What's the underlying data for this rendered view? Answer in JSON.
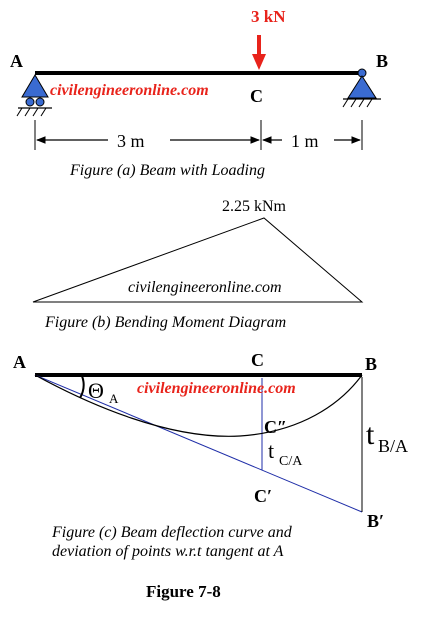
{
  "fig_a": {
    "load_label": "3 kN",
    "point_a": "A",
    "point_b": "B",
    "point_c": "C",
    "watermark": "civilengineeronline.com",
    "dim_left": "3 m",
    "dim_right": "1 m",
    "caption": "Figure (a) Beam with Loading",
    "load_color": "#e8231b",
    "watermark_color": "#e8231b",
    "support_color": "#3a6bd1"
  },
  "fig_b": {
    "peak_label": "2.25 kNm",
    "watermark": "civilengineeronline.com",
    "caption": "Figure (b) Bending Moment Diagram"
  },
  "fig_c": {
    "point_a": "A",
    "point_b": "B",
    "point_c": "C",
    "theta_symbol": "Θ",
    "theta_sub": "A",
    "watermark": "civilengineeronline.com",
    "c_double_prime": "C″",
    "c_prime": "C′",
    "b_prime": "B′",
    "t_ca_main": "t",
    "t_ca_sub": "C/A",
    "t_ba_main": "t",
    "t_ba_sub": "B/A",
    "caption_line1": "Figure (c) Beam deflection curve and",
    "caption_line2": "deviation of points w.r.t tangent at A",
    "tangent_color": "#1f2ea8"
  },
  "figure_title": "Figure 7-8"
}
